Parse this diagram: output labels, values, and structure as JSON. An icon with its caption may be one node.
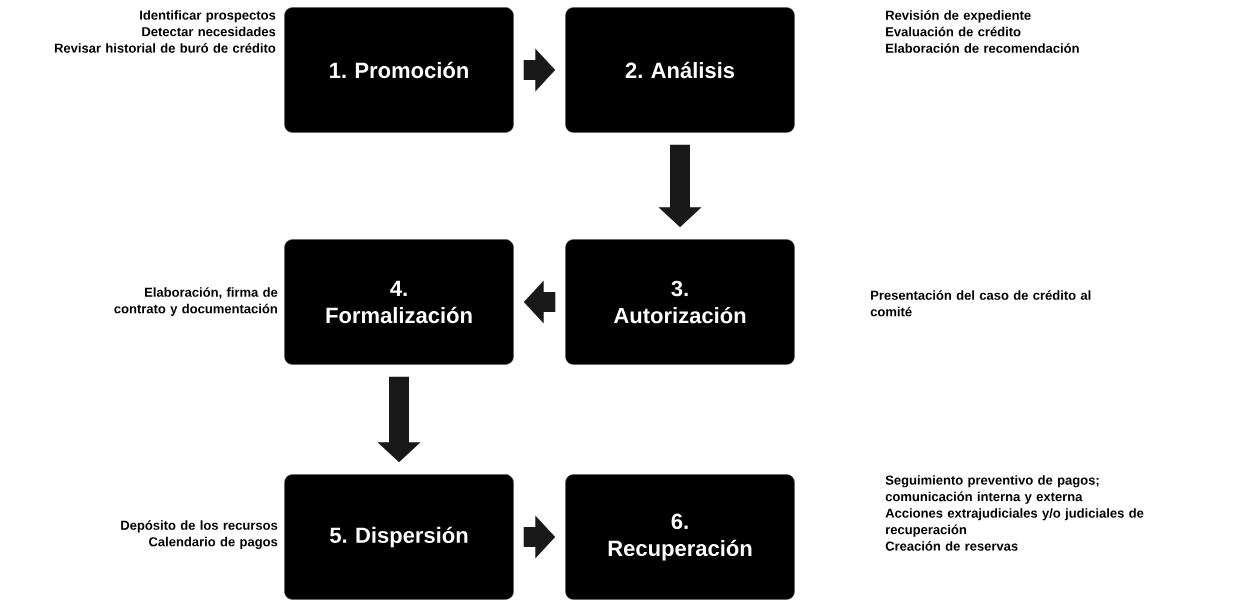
{
  "diagram": {
    "nodes": [
      {
        "text": [
          "1. Promoción"
        ],
        "beside": [
          "Identificar prospectos",
          "Detectar necesidades",
          "Revisar historial de buró de crédito"
        ]
      },
      {
        "text": [
          "2. Análisis"
        ],
        "beside": [
          "Revisión de expediente",
          "Evaluación de crédito",
          "Elaboración de recomendación"
        ]
      },
      {
        "text": [
          "3. Autorización"
        ]
      },
      {
        "text": [
          "4. Formalización"
        ],
        "beside": [
          "Elaboración, firma de contrato y documentación"
        ]
      },
      {
        "text": [
          "5. Dispersión"
        ],
        "beside": [
          "Depósito de los recursos",
          "Calendario de pagos"
        ]
      },
      {
        "text": [
          "6. Recuperación"
        ],
        "beside": [
          "Seguimiento preventivo de pagos; comunicación interna y externa",
          "Acciones extrajudiciales y/o judiciales de recuperación",
          "Creación de reservas"
        ]
      }
    ],
    "edges": [
      {
        "from": 0,
        "to": 1,
        "arrow": "to"
      },
      {
        "from": 1,
        "to": 2,
        "arrow": "to"
      },
      {
        "from": 2,
        "to": 3,
        "arrow": "to"
      },
      {
        "from": 3,
        "to": 4,
        "arrow": "to"
      },
      {
        "from": 4,
        "to": 5,
        "arrow": "to"
      }
    ],
    "labels": [
      "Presentación del caso de crédito al comité"
    ]
  }
}
